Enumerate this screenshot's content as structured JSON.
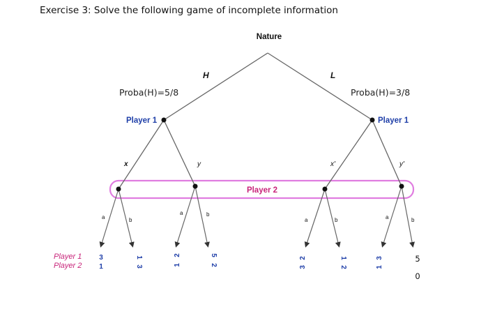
{
  "title": "Exercise 3: Solve the following game of incomplete information",
  "root": "Nature",
  "nature_moves": {
    "left": "H",
    "right": "L"
  },
  "probabilities": {
    "left": "Proba(H)=5/8",
    "right": "Proba(H)=3/8"
  },
  "player1_left": "Player 1",
  "player1_right": "Player 1",
  "player2_label": "Player 2",
  "p1_actions": {
    "x": "x",
    "y": "y",
    "xp": "x'",
    "yp": "y'"
  },
  "p2_actions": {
    "a": "a",
    "b": "b"
  },
  "row_labels": {
    "p1": "Player 1",
    "p2": "Player 2"
  },
  "payoffs": [
    {
      "p1": "3",
      "p2": "1"
    },
    {
      "p1": "1",
      "p2": "3"
    },
    {
      "p1": "2",
      "p2": "1"
    },
    {
      "p1": "5",
      "p2": "2"
    },
    {
      "p1": "2",
      "p2": "3"
    },
    {
      "p1": "1",
      "p2": "2"
    },
    {
      "p1": "3",
      "p2": "1"
    },
    {
      "p1": "5",
      "p2": "0"
    }
  ],
  "colors": {
    "player1": "#1f3fa8",
    "player2": "#c8247a",
    "info_set": "#e07de0",
    "lines": "#666666"
  }
}
